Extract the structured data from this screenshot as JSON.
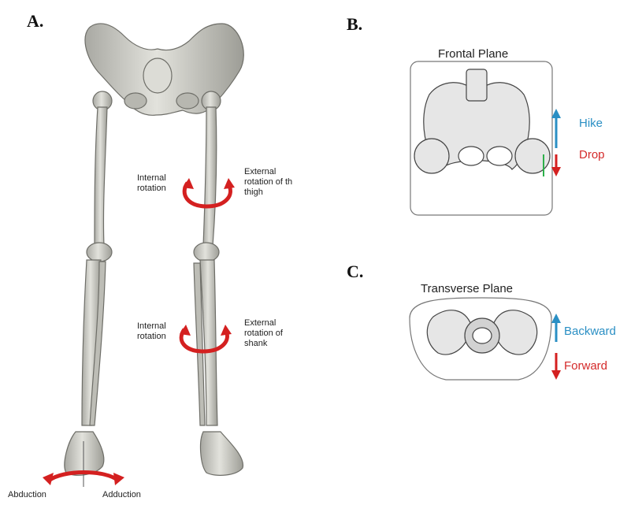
{
  "panels": {
    "a": {
      "letter": "A.",
      "thigh_internal": "Internal\nrotation",
      "thigh_external": "External\nrotation of th\nthigh",
      "shank_internal": "Internal\nrotation",
      "shank_external": "External\nrotation of\nshank",
      "foot_left": "Abduction",
      "foot_right": "Adduction"
    },
    "b": {
      "letter": "B.",
      "title": "Frontal Plane",
      "up_label": "Hike",
      "down_label": "Drop"
    },
    "c": {
      "letter": "C.",
      "title": "Transverse Plane",
      "up_label": "Backward",
      "down_label": "Forward"
    }
  },
  "colors": {
    "bone_fill": "#cfcfca",
    "bone_stroke": "#6e6e68",
    "arrow_red": "#d42020",
    "arrow_blue": "#2a8fc4",
    "line_art": "#444444",
    "line_fill": "#e6e6e6"
  }
}
